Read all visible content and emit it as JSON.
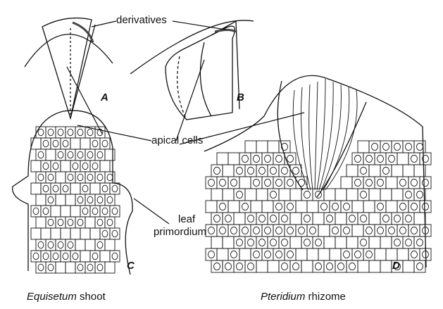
{
  "labels": {
    "derivatives": "derivatives",
    "apical_cells": "apical cells",
    "leaf_primordium_1": "leaf",
    "leaf_primordium_2": "primordium"
  },
  "panel_letters": {
    "a": "A",
    "b": "B",
    "c": "C",
    "d": "D"
  },
  "captions": {
    "left_genus": "Equisetum",
    "left_rest": " shoot",
    "right_genus": "Pteridium",
    "right_rest": " rhizome"
  }
}
